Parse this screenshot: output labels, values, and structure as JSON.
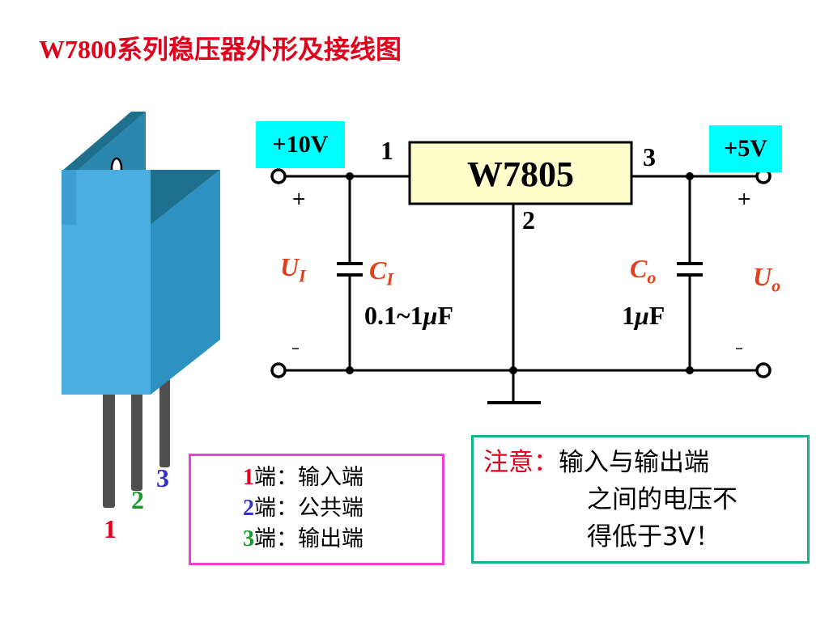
{
  "title": "W7800系列稳压器外形及接线图",
  "package": {
    "pin_labels": [
      {
        "text": "1",
        "color": "#e0001b"
      },
      {
        "text": "2",
        "color": "#1a9a2a"
      },
      {
        "text": "3",
        "color": "#3232c0"
      }
    ],
    "colors": {
      "front": "#4aaee0",
      "side": "#2d92c2",
      "top": "#1f6f8f",
      "tab": "#237a9a",
      "pins": "#505050"
    }
  },
  "circuit": {
    "regulator": "W7805",
    "input_voltage": "+10V",
    "output_voltage": "+5V",
    "pin_numbers": {
      "in": "1",
      "gnd": "2",
      "out": "3"
    },
    "plus": "+",
    "minus": "–",
    "ui_main": "U",
    "ui_sub": "I",
    "uo_main": "U",
    "uo_sub": "o",
    "ci_main": "C",
    "ci_sub": "I",
    "co_main": "C",
    "co_sub": "o",
    "ci_value_prefix": "0.1~1",
    "co_value_prefix": "1",
    "mu": "μ",
    "farad": "F",
    "colors": {
      "label_bg": "#00ffff",
      "regulator_fill": "#ffffcc",
      "red_text": "#e0401b"
    }
  },
  "legend": {
    "rows": [
      {
        "num": "1",
        "text": "端：输入端",
        "color": "#e0001b"
      },
      {
        "num": "2",
        "text": "端：公共端",
        "color": "#3232c0"
      },
      {
        "num": "3",
        "text": "端：输出端",
        "color": "#1a9a2a"
      }
    ]
  },
  "note": {
    "label": "注意：",
    "line1": "输入与输出端",
    "line2": "之间的电压不",
    "line3": "得低于3V！"
  }
}
